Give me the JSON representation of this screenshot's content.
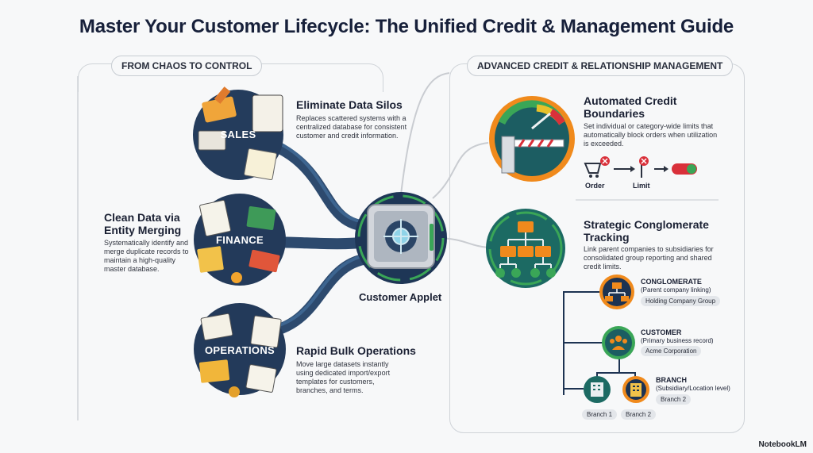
{
  "title": "Master Your Customer Lifecycle: The Unified Credit & Management Guide",
  "left_panel": {
    "label": "FROM CHAOS TO CONTROL",
    "stages": [
      {
        "label": "SALES",
        "heading": "Eliminate Data Silos",
        "text": "Replaces scattered systems with a centralized database for consistent customer and credit information."
      },
      {
        "label": "FINANCE",
        "heading": "Clean Data via Entity Merging",
        "text": "Systematically identify and merge duplicate records to maintain a high-quality master database."
      },
      {
        "label": "OPERATIONS",
        "heading": "Rapid Bulk Operations",
        "text": "Move large datasets instantly using dedicated import/export templates for customers, branches, and terms."
      }
    ],
    "center": "Customer Applet"
  },
  "right_panel": {
    "label": "ADVANCED CREDIT & RELATIONSHIP MANAGEMENT",
    "credit": {
      "heading": "Automated Credit Boundaries",
      "text": "Set individual or category-wide limits that automatically block orders when utilization is exceeded.",
      "flow": [
        "Order",
        "Limit"
      ]
    },
    "conglomerate": {
      "heading": "Strategic Conglomerate Tracking",
      "text": "Link parent companies to subsidiaries for consolidated group reporting and shared credit limits."
    },
    "hierarchy": [
      {
        "title": "CONGLOMERATE",
        "subtitle": "(Parent company linking)",
        "example": "Holding Company Group"
      },
      {
        "title": "CUSTOMER",
        "subtitle": "(Primary business record)",
        "example": "Acme Corporation"
      },
      {
        "title": "BRANCH",
        "subtitle": "(Subsidiary/Location level)",
        "example": "Branch 2"
      }
    ],
    "branches": [
      "Branch 1",
      "Branch 2"
    ]
  },
  "brand": "NotebookLM",
  "colors": {
    "navy": "#233a5a",
    "teal": "#1d6e68",
    "orange": "#f08a1c",
    "green": "#3aa657",
    "red": "#d9303a"
  }
}
